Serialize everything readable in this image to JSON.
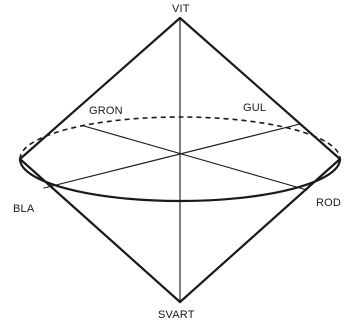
{
  "labels": {
    "top": "VIT",
    "bottom": "SVART",
    "left": "BLA",
    "right": "ROD",
    "back_left": "GRON",
    "back_right": "GUL"
  },
  "colors": {
    "ink": "#1a1a1a",
    "background": "#ffffff"
  }
}
